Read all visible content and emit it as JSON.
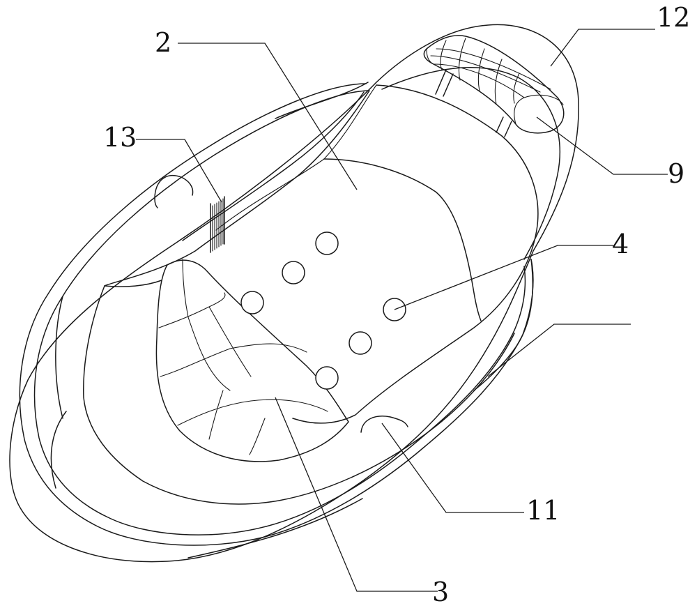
{
  "labels": {
    "part_2": "2",
    "part_3": "3",
    "part_4": "4",
    "part_9": "9",
    "part_11": "11",
    "part_12": "12",
    "part_13": "13"
  },
  "colors": {
    "stroke": "#1a1a1a",
    "background": "#ffffff"
  }
}
